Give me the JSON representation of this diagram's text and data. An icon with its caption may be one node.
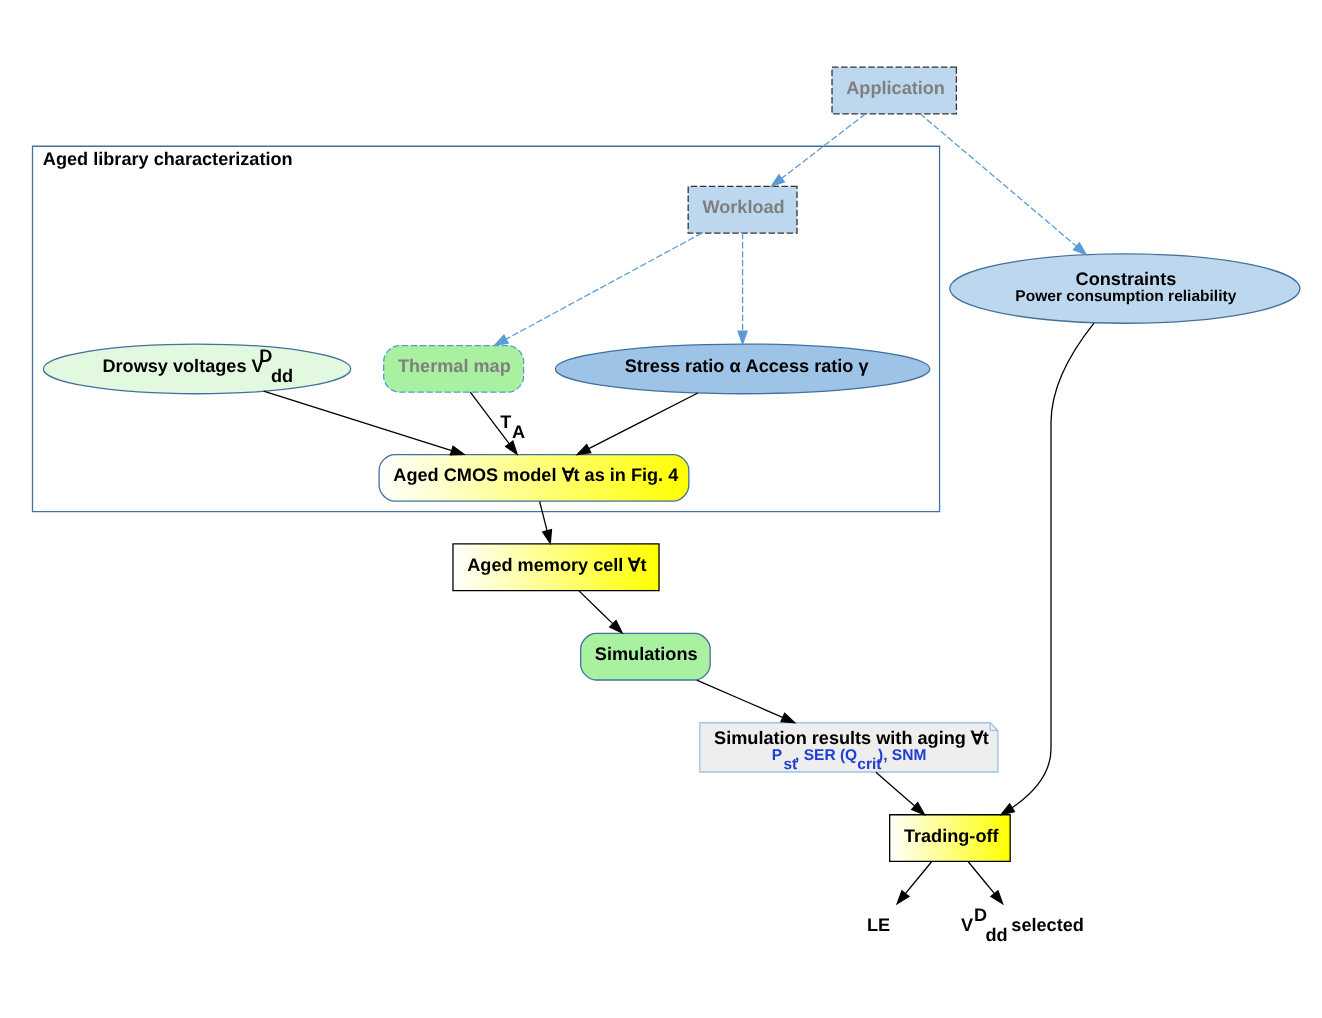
{
  "diagram": {
    "nodes": [
      {
        "text": [
          "Aged library characterization"
        ]
      },
      {
        "text": [
          "Workload"
        ],
        "in": 0
      },
      {
        "text": [
          "Thermal map"
        ],
        "in": 0
      },
      {
        "text": [
          "Drowsy voltages V$^{D}$$_{dd}$"
        ],
        "in": 0
      },
      {
        "text": [
          "Stress ratio α Access ratio γ"
        ],
        "in": 0
      },
      {
        "text": [
          "Aged CMOS model ∀t as in Fig. 4"
        ],
        "in": 0
      },
      {
        "text": [
          "Aged memory cell ∀t"
        ]
      },
      {
        "text": [
          "Application"
        ]
      },
      {
        "text": [
          "Constraints",
          "Power consumption reliability"
        ]
      },
      {
        "text": [
          "Simulation results with aging ∀t",
          "P$_{st}$, SER (Q$_{crit}$), SNM"
        ]
      },
      {
        "text": [
          "Simulations"
        ]
      },
      {
        "text": [
          "Trading-off"
        ]
      },
      {
        "text": [
          "LE"
        ]
      },
      {
        "text": [
          "V$^{D}$$_{dd}$ selected"
        ]
      }
    ],
    "edges": [
      {
        "from": 7,
        "to": 1,
        "arrow": "to",
        "style": "dashed",
        "color": "#5b9bd5"
      },
      {
        "from": 1,
        "to": 2,
        "arrow": "to",
        "style": "dashed",
        "color": "#5b9bd5"
      },
      {
        "from": 1,
        "to": 4,
        "arrow": "to",
        "style": "dashed",
        "color": "#5b9bd5"
      },
      {
        "from": 2,
        "to": 5,
        "arrow": "to",
        "label": "T$_{A}$"
      },
      {
        "from": 3,
        "to": 5,
        "arrow": "to"
      },
      {
        "from": 4,
        "to": 5,
        "arrow": "to"
      },
      {
        "from": 5,
        "to": 6,
        "arrow": "to"
      },
      {
        "from": 6,
        "to": 10,
        "arrow": "to"
      },
      {
        "from": 10,
        "to": 9,
        "arrow": "to"
      },
      {
        "from": 7,
        "to": 8,
        "arrow": "to",
        "style": "dashed",
        "color": "#5b9bd5"
      },
      {
        "from": 9,
        "to": 11,
        "arrow": "to"
      },
      {
        "from": 8,
        "to": 11,
        "arrow": "to"
      },
      {
        "from": 11,
        "to": 12,
        "arrow": "to"
      },
      {
        "from": 11,
        "to": 13,
        "arrow": "to"
      }
    ]
  }
}
